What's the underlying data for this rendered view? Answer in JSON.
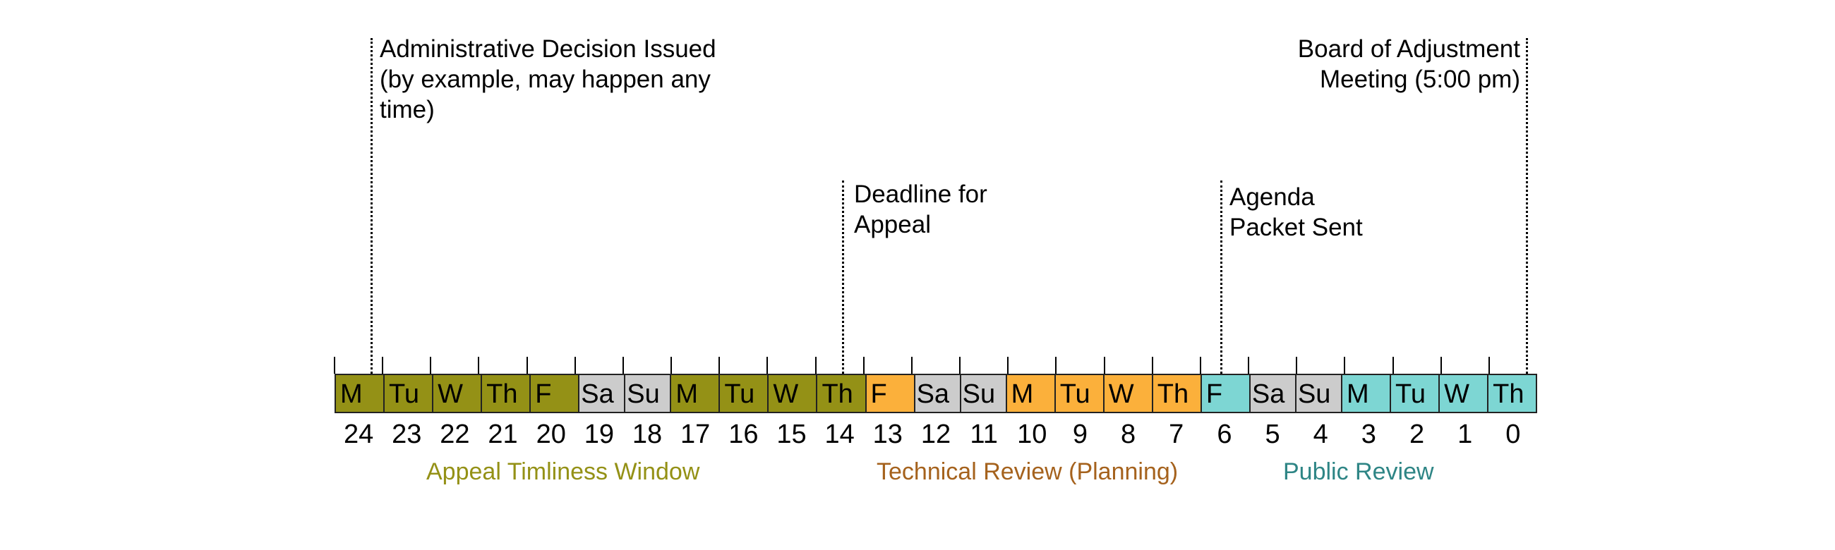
{
  "annotations": {
    "admin_decision": {
      "lines": [
        "Administrative Decision Issued",
        "(by example, may happen any",
        "time)"
      ]
    },
    "appeal_deadline": {
      "lines": [
        "Deadline for",
        "Appeal"
      ]
    },
    "agenda_packet": {
      "lines": [
        "Agenda",
        "Packet Sent"
      ]
    },
    "board_meeting": {
      "lines": [
        "Board of Adjustment",
        "Meeting (5:00 pm)"
      ]
    }
  },
  "colors": {
    "appeal_window": "#949116",
    "weekend": "#cccccc",
    "technical_review": "#fbb03b",
    "public_review": "#7dd6d3",
    "appeal_label": "#949116",
    "technical_label": "#a5621d",
    "public_label": "#2e8585"
  },
  "timeline": {
    "days": [
      {
        "day": "M",
        "count": "24",
        "phase": "appeal"
      },
      {
        "day": "Tu",
        "count": "23",
        "phase": "appeal"
      },
      {
        "day": "W",
        "count": "22",
        "phase": "appeal"
      },
      {
        "day": "Th",
        "count": "21",
        "phase": "appeal"
      },
      {
        "day": "F",
        "count": "20",
        "phase": "appeal"
      },
      {
        "day": "Sa",
        "count": "19",
        "phase": "weekend"
      },
      {
        "day": "Su",
        "count": "18",
        "phase": "weekend"
      },
      {
        "day": "M",
        "count": "17",
        "phase": "appeal"
      },
      {
        "day": "Tu",
        "count": "16",
        "phase": "appeal"
      },
      {
        "day": "W",
        "count": "15",
        "phase": "appeal"
      },
      {
        "day": "Th",
        "count": "14",
        "phase": "appeal"
      },
      {
        "day": "F",
        "count": "13",
        "phase": "technical"
      },
      {
        "day": "Sa",
        "count": "12",
        "phase": "weekend"
      },
      {
        "day": "Su",
        "count": "11",
        "phase": "weekend"
      },
      {
        "day": "M",
        "count": "10",
        "phase": "technical"
      },
      {
        "day": "Tu",
        "count": "9",
        "phase": "technical"
      },
      {
        "day": "W",
        "count": "8",
        "phase": "technical"
      },
      {
        "day": "Th",
        "count": "7",
        "phase": "technical"
      },
      {
        "day": "F",
        "count": "6",
        "phase": "public"
      },
      {
        "day": "Sa",
        "count": "5",
        "phase": "weekend"
      },
      {
        "day": "Su",
        "count": "4",
        "phase": "weekend"
      },
      {
        "day": "M",
        "count": "3",
        "phase": "public"
      },
      {
        "day": "Tu",
        "count": "2",
        "phase": "public"
      },
      {
        "day": "W",
        "count": "1",
        "phase": "public"
      },
      {
        "day": "Th",
        "count": "0",
        "phase": "public"
      }
    ]
  },
  "phases": {
    "appeal": "Appeal Timliness Window",
    "technical": "Technical Review (Planning)",
    "public": "Public Review"
  }
}
